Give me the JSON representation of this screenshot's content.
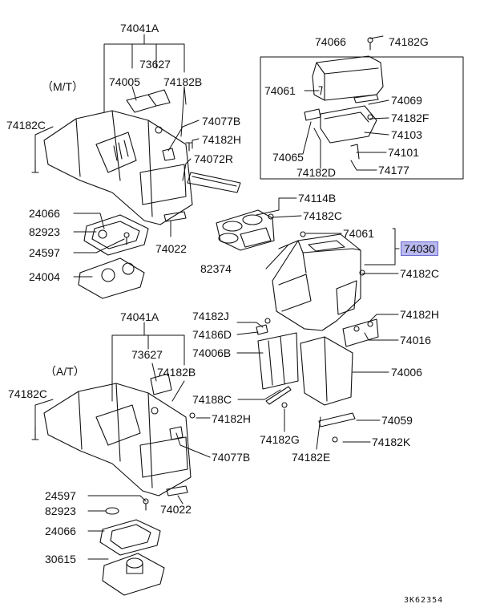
{
  "diagram": {
    "variant_mt": "（M/T）",
    "variant_at": "（A/T）",
    "figure_code": "3K62354",
    "highlight_color": "#b9b9f0",
    "labels": {
      "l74041A_top": "74041A",
      "l73627_top": "73627",
      "l74005": "74005",
      "l74182B_top": "74182B",
      "l74182C_topleft": "74182C",
      "l74077B_top": "74077B",
      "l74182H_top": "74182H",
      "l74072R": "74072R",
      "l24066_top": "24066",
      "l82923_top": "82923",
      "l24597_top": "24597",
      "l24004": "24004",
      "l74022_top": "74022",
      "l74066": "74066",
      "l74182G_top": "74182G",
      "l74061_box": "74061",
      "l74069": "74069",
      "l74182F": "74182F",
      "l74103": "74103",
      "l74065": "74065",
      "l74101": "74101",
      "l74182D": "74182D",
      "l74177": "74177",
      "l74114B": "74114B",
      "l74182C_mid": "74182C",
      "l74061_mid": "74061",
      "l74030": "74030",
      "l82374": "82374",
      "l74182C_right": "74182C",
      "l74041A_bot": "74041A",
      "l74182J": "74182J",
      "l74186D": "74186D",
      "l74006B": "74006B",
      "l74182H_right": "74182H",
      "l74016": "74016",
      "l73627_bot": "73627",
      "l74182B_bot": "74182B",
      "l74006": "74006",
      "l74182C_botleft": "74182C",
      "l74188C": "74188C",
      "l74182H_bot": "74182H",
      "l74059": "74059",
      "l74182G_bot": "74182G",
      "l74182K": "74182K",
      "l74077B_bot": "74077B",
      "l74182E": "74182E",
      "l24597_bot": "24597",
      "l82923_bot": "82923",
      "l74022_bot": "74022",
      "l24066_bot": "24066",
      "l30615": "30615"
    }
  }
}
